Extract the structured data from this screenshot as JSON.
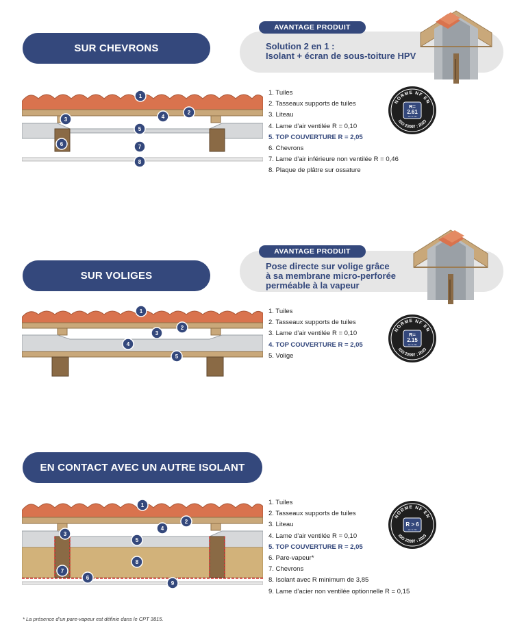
{
  "sections": [
    {
      "title": "SUR CHEVRONS",
      "advantage_label": "AVANTAGE PRODUIT",
      "advantage_lines": [
        "Solution 2 en 1 :",
        "Isolant + écran de sous-toiture HPV"
      ],
      "legend": [
        "1. Tuiles",
        "2. Tasseaux supports de tuiles",
        "3. Liteau",
        "4. Lame d’air ventilée R = 0,10",
        "5. TOP COUVERTURE R = 2,05",
        "6. Chevrons",
        "7. Lame d’air inférieure non ventilée  R = 0,46",
        "8. Plaque de plâtre sur ossature"
      ],
      "seal": {
        "arc_top": "NORME NF EN",
        "arc_bottom": "ISO 22097 : 2023",
        "value": "R=",
        "value2": "2.61",
        "unit": "m². K / W"
      }
    },
    {
      "title": "SUR VOLIGES",
      "advantage_label": "AVANTAGE PRODUIT",
      "advantage_lines": [
        "Pose directe sur volige grâce",
        "à sa membrane micro-perforée",
        "perméable à la vapeur"
      ],
      "legend": [
        "1. Tuiles",
        "2. Tasseaux supports de tuiles",
        "3. Lame d’air ventilée R = 0,10",
        "4. TOP COUVERTURE R = 2,05",
        "5. Volige"
      ],
      "seal": {
        "arc_top": "NORME NF EN",
        "arc_bottom": "ISO 22097 : 2023",
        "value": "R=",
        "value2": "2.15",
        "unit": "m². K / W"
      }
    },
    {
      "title": "EN CONTACT AVEC UN AUTRE ISOLANT",
      "legend": [
        "1. Tuiles",
        "2. Tasseaux supports de tuiles",
        "3. Liteau",
        "4. Lame d’air ventilée R = 0,10",
        "5. TOP COUVERTURE R = 2,05",
        "6. Pare-vapeur*",
        "7. Chevrons",
        "8. Isolant avec R minimum de 3,85",
        "9. Lame d’acier non ventilée optionnelle R = 0,15"
      ],
      "seal": {
        "arc_top": "NORME NF EN",
        "arc_bottom": "ISO 22097 : 2023",
        "value": "R > 6",
        "value2": "",
        "unit": "m². K / W"
      }
    }
  ],
  "markers": {
    "s1": [
      "1",
      "2",
      "3",
      "4",
      "5",
      "6",
      "7",
      "8"
    ],
    "s2": [
      "1",
      "2",
      "3",
      "4",
      "5"
    ],
    "s3": [
      "1",
      "2",
      "3",
      "4",
      "5",
      "6",
      "7",
      "8",
      "9"
    ]
  },
  "footnote": "* La présence d’un pare-vapeur est définie dans le CPT 3815.",
  "colors": {
    "brand": "#34487c",
    "tile": "#d9734e",
    "wood": "#c9a87a",
    "rafter": "#8a6a45",
    "insulation": "#d6d8da",
    "mineral": "#d2b27a"
  }
}
